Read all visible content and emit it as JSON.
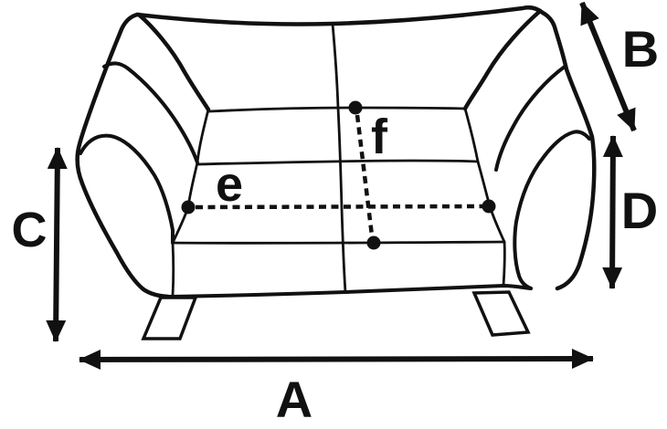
{
  "diagram": {
    "background_color": "#ffffff",
    "line_color": "#111111",
    "subject": "sofa-outline-drawing",
    "labels": {
      "A": "A",
      "B": "B",
      "C": "C",
      "D": "D",
      "e": "e",
      "f": "f"
    }
  }
}
